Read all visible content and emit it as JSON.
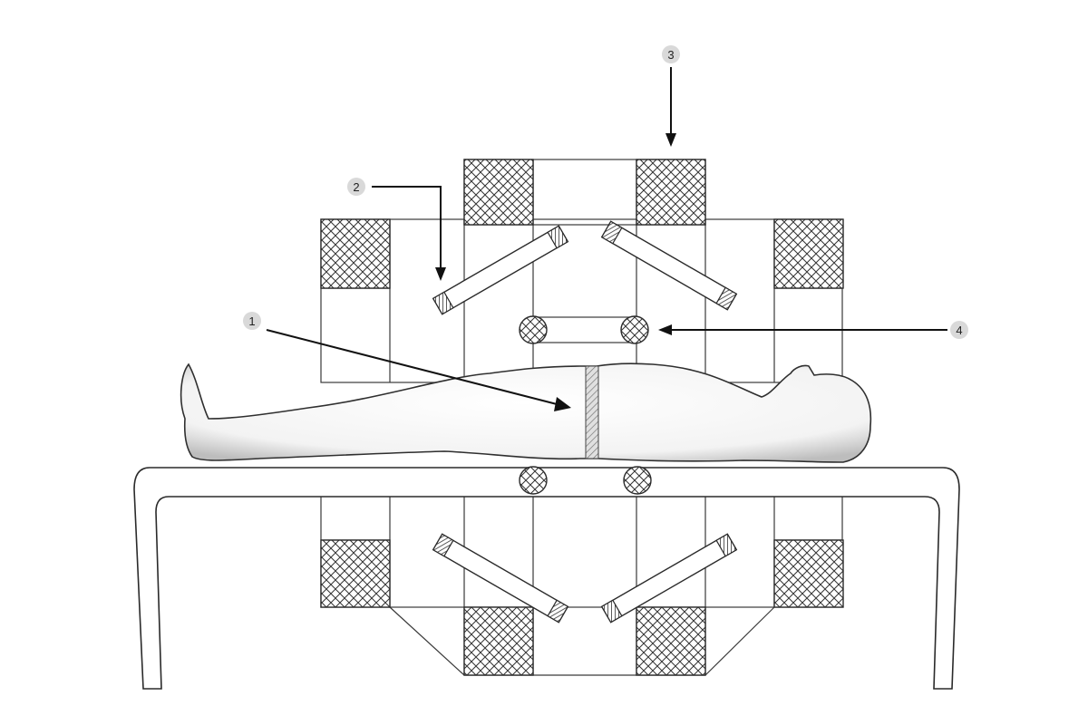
{
  "diagram": {
    "callouts": [
      {
        "id": "1",
        "label": "1"
      },
      {
        "id": "2",
        "label": "2"
      },
      {
        "id": "3",
        "label": "3"
      },
      {
        "id": "4",
        "label": "4"
      }
    ]
  },
  "colors": {
    "line": "#2a2a2a",
    "label_badge": "#d9d9d9",
    "background": "#ffffff"
  }
}
